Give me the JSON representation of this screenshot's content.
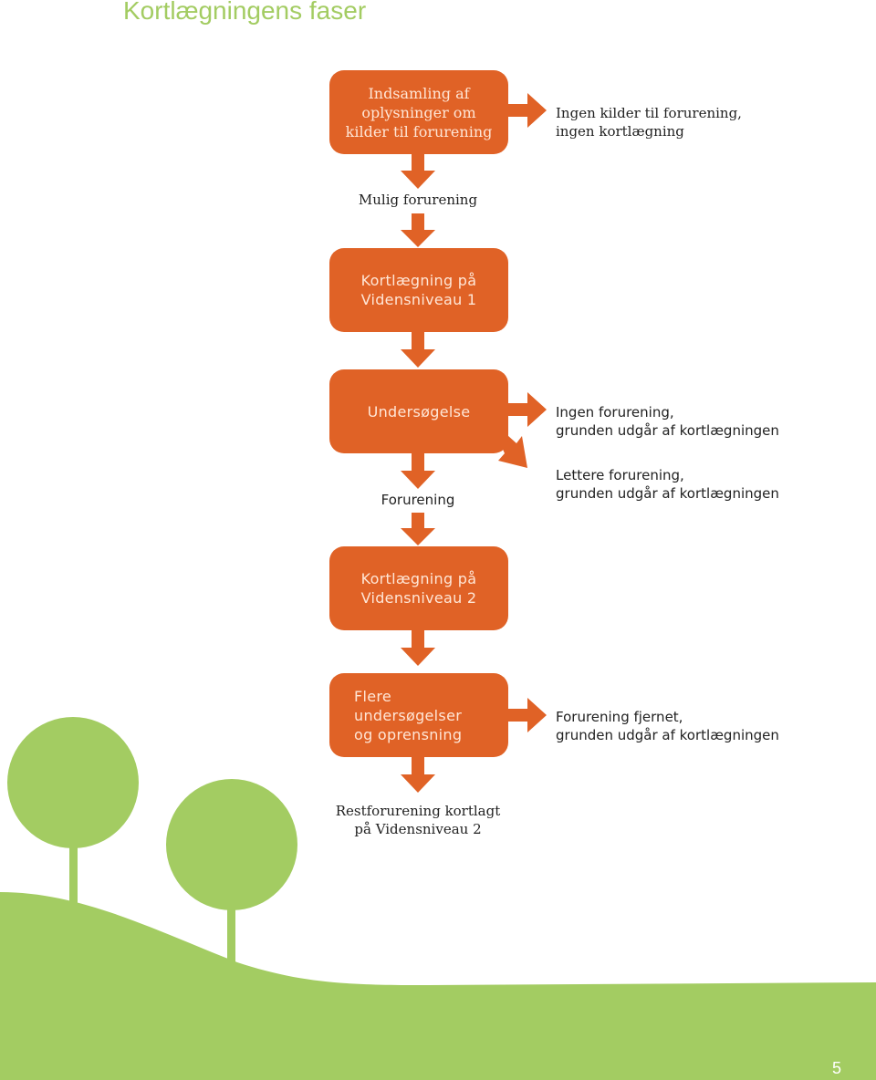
{
  "page": {
    "title": "Kortlægningens faser",
    "page_number": "5"
  },
  "colors": {
    "box": "#e06226",
    "arrow": "#e06226",
    "green": "#a3cc62",
    "title": "#a3cc62",
    "text": "#222222"
  },
  "nodes": {
    "step1": "Indsamling af\noplysninger om\nkilder til forurening",
    "step2": "Kortlægning på\nVidensniveau 1",
    "step3": "Undersøgelse",
    "step4": "Kortlægning på\nVidensniveau 2",
    "step5": "Flere\nundersøgelser\nog oprensning"
  },
  "labels": {
    "mulig": "Mulig forurening",
    "forurening": "Forurening",
    "restforurening": "Restforurening kortlagt\npå Vidensniveau 2"
  },
  "outcomes": {
    "ingen_kilder": "Ingen kilder til forurening,\ningen kortlægning",
    "ingen_forurening": "Ingen forurening,\ngrunden udgår af kortlægningen",
    "lettere": "Lettere forurening,\ngrunden udgår af kortlægningen",
    "fjernet": "Forurening fjernet,\ngrunden udgår af kortlægningen"
  }
}
